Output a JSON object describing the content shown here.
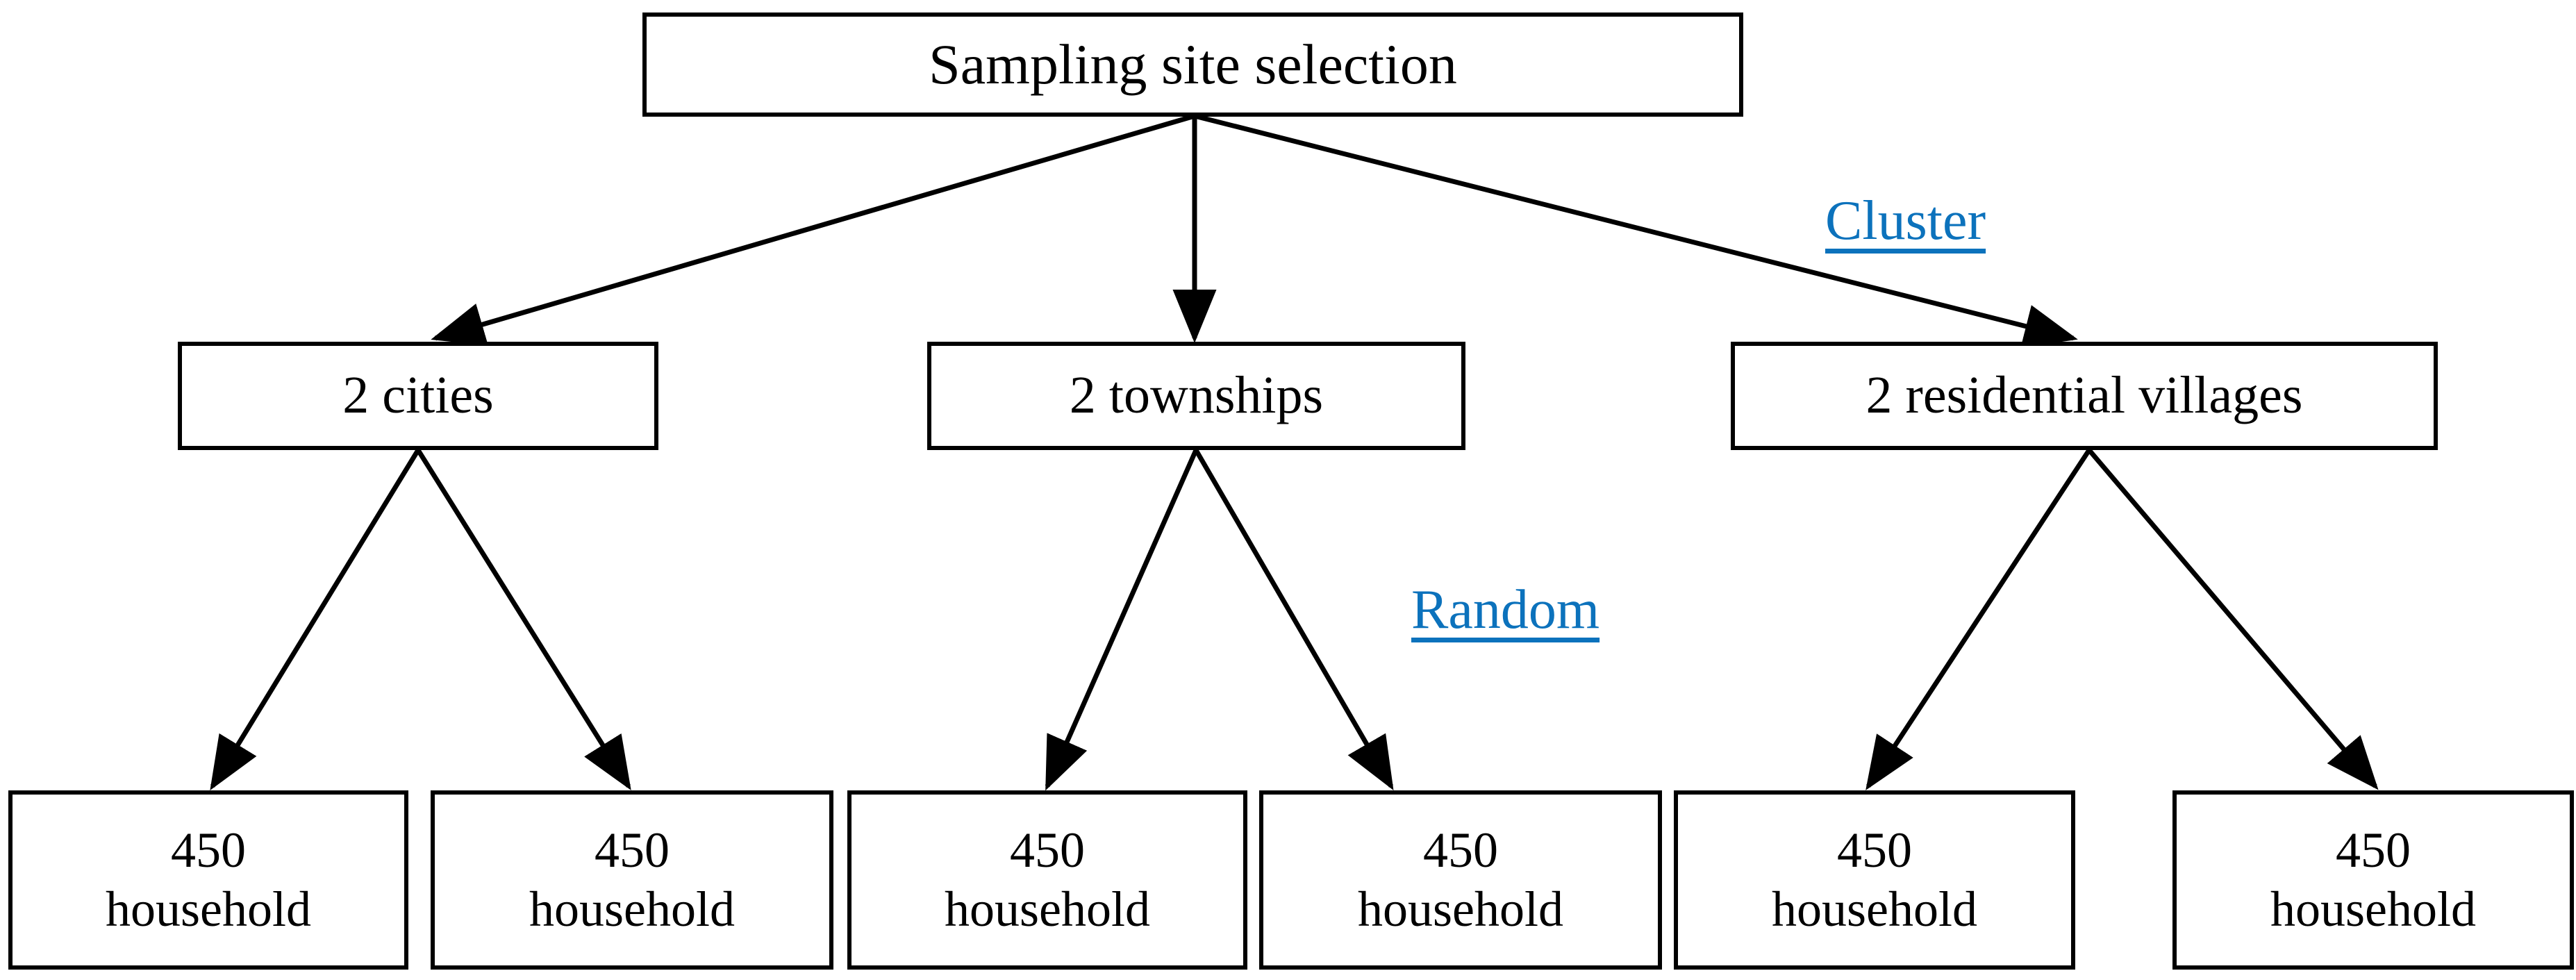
{
  "diagram": {
    "title": "Sampling site selection",
    "accent_color": "#0C72BC",
    "line_color": "#000000",
    "background_color": "#FFFFFF",
    "root": {
      "label": "Sampling site selection"
    },
    "level_labels": [
      {
        "id": "cluster",
        "text": "Cluster",
        "color": "#0C72BC",
        "underlined": true
      },
      {
        "id": "random",
        "text": "Random",
        "color": "#0C72BC",
        "underlined": true
      }
    ],
    "level2": [
      {
        "id": "cities",
        "label": "2 cities"
      },
      {
        "id": "townships",
        "label": "2 townships"
      },
      {
        "id": "villages",
        "label": "2 residential villages"
      }
    ],
    "level3": [
      {
        "id": "hh1",
        "count": "450",
        "unit": "household",
        "label": "450\nhousehold"
      },
      {
        "id": "hh2",
        "count": "450",
        "unit": "household",
        "label": "450\nhousehold"
      },
      {
        "id": "hh3",
        "count": "450",
        "unit": "household",
        "label": "450\nhousehold"
      },
      {
        "id": "hh4",
        "count": "450",
        "unit": "household",
        "label": "450\nhousehold"
      },
      {
        "id": "hh5",
        "count": "450",
        "unit": "household",
        "label": "450\nhousehold"
      },
      {
        "id": "hh6",
        "count": "450",
        "unit": "household",
        "label": "450\nhousehold"
      }
    ]
  }
}
